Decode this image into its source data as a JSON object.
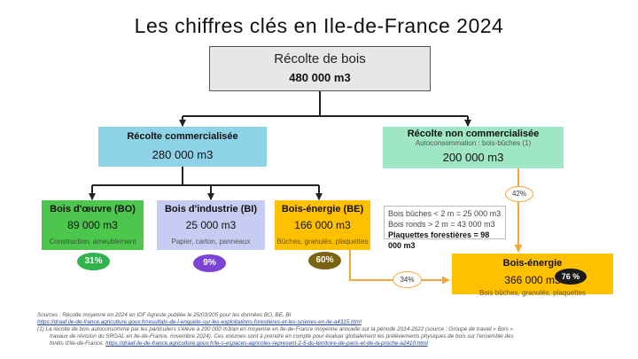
{
  "title": "Les chiffres clés en Ile-de-France 2024",
  "harvest": {
    "label": "Récolte de bois",
    "value": "480 000 m3"
  },
  "commercial": {
    "label": "Récolte commercialisée",
    "value": "280 000 m3"
  },
  "noncommercial": {
    "label": "Récolte non commercialisée",
    "sub": "Autoconsommation : bois-bûches (1)",
    "value": "200 000 m3"
  },
  "bo": {
    "label": "Bois d'œuvre (BO)",
    "value": "89 000 m3",
    "sub": "Construction, ameublement",
    "pct": "31%"
  },
  "bi": {
    "label": "Bois d'industrie (BI)",
    "value": "25 000 m3",
    "sub": "Papier, carton, panneaux",
    "pct": "9%"
  },
  "be": {
    "label": "Bois-énergie (BE)",
    "value": "166 000 m3",
    "sub": "Bûches, granulés, plaquettes",
    "pct": "60%"
  },
  "note": {
    "line1": "Bois bûches < 2 m = 25 000 m3",
    "line2": "Bois ronds > 2 m = 43 000 m3",
    "line3": "Plaquettes forestières = 98 000 m3"
  },
  "energy_total": {
    "label": "Bois-énergie",
    "value": "366 000 m3",
    "sub": "Bois bûches, granulés, plaquettes",
    "pct": "76 %"
  },
  "share_42": "42%",
  "share_34": "34%",
  "sources": {
    "line1": "Sources : Récolte moyenne en 2024 en IDF Agreste publiée le 25/03/205 pour les données BO, BE, BI",
    "line2": "https://draaf.ile-de-france.agriculture.gouv.fr/resultats-de-l-enquete-sur-les-exploitations-forestieres-et-les-scieries-en-ile-a4315.html",
    "line3": "(1) La récolte de bois autoconsommé par les particuliers s'élève à 200 000 m3/an en moyenne en Ile-de-France moyenne annuelle sur la période 2014-2022 (source : Groupe de travail « Bois »",
    "line4": "travaux de révision du SRGAL en Ile-de-France, novembre 2024). Ces volumes sont à prendre en compte pour évaluer globalement les prélèvements physiques de bois sur l'ensemble des",
    "line5_prefix": "forêts d'Ile-de-France.",
    "line5_link": "https://draaf.ile-de-france.agriculture.gouv.fr/le-s-espaces-agricoles-represent-2-5-du-territoire-de-paris-et-de-la-proche-a2410.html"
  },
  "colors": {
    "harvest_bg": "#e7e7e7",
    "commercial_bg": "#8fd3e8",
    "noncommercial_bg": "#9ee6c4",
    "bo_bg": "#4cc64c",
    "bi_bg": "#c7ccf2",
    "be_bg": "#ffc000",
    "pct_bo": "#2fb34a",
    "pct_bi": "#7b44d6",
    "pct_be": "#7a6414",
    "arrow_orange": "#f2a83a"
  }
}
